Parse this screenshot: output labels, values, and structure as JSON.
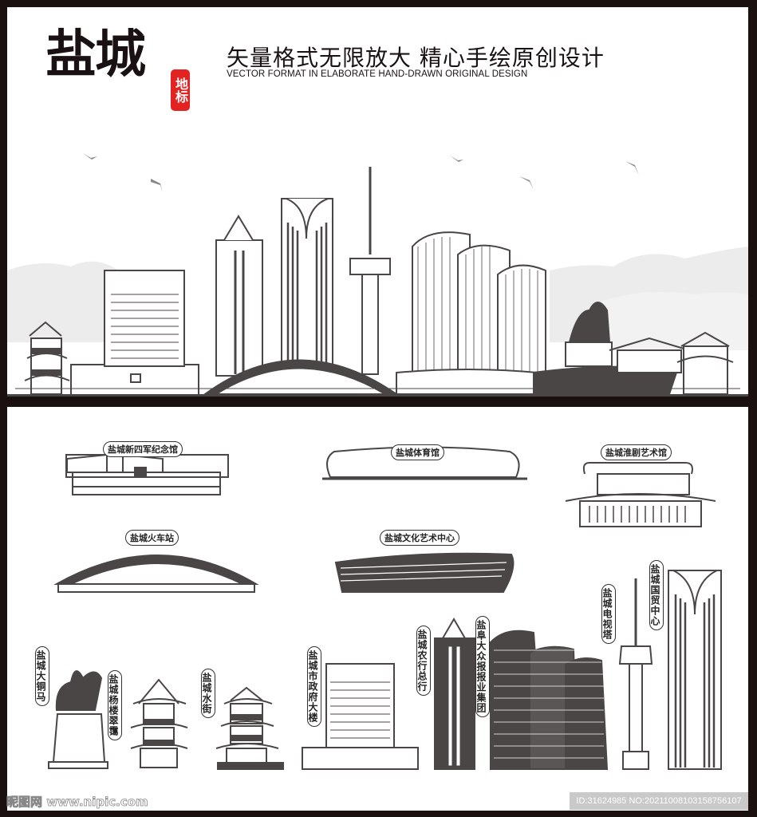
{
  "header": {
    "title": "盐城",
    "seal": "地标",
    "slogan": "矢量格式无限放大  精心手绘原创设计",
    "slogan_en": "VECTOR FORMAT IN ELABORATE HAND-DRAWN ORIGINAL DESIGN"
  },
  "colors": {
    "frame": "#1a1010",
    "ink": "#4a4646",
    "seal_red": "#e32222",
    "background": "#ffffff",
    "mist": "#e6e6e6"
  },
  "landmarks": [
    {
      "id": "new-fourth-army-memorial",
      "label": "盐城新四军纪念馆"
    },
    {
      "id": "stadium",
      "label": "盐城体育馆"
    },
    {
      "id": "huai-opera-art-museum",
      "label": "盐城淮剧艺术馆"
    },
    {
      "id": "railway-station",
      "label": "盐城火车站"
    },
    {
      "id": "culture-art-center",
      "label": "盐城文化艺术中心"
    },
    {
      "id": "bronze-horse",
      "label": "盐城大铜马"
    },
    {
      "id": "yang-tower",
      "label": "盐城杨楼翠霭"
    },
    {
      "id": "water-street",
      "label": "盐城水街"
    },
    {
      "id": "city-government-building",
      "label": "盐城市政府大楼"
    },
    {
      "id": "agricultural-bank-hq",
      "label": "盐城农行总行"
    },
    {
      "id": "dazhong-newspaper-group",
      "label": "盐阜大众报报业集团"
    },
    {
      "id": "tv-tower",
      "label": "盐城电视塔"
    },
    {
      "id": "international-trade-center",
      "label": "盐城国贸中心"
    }
  ],
  "footer": {
    "watermark": "昵图网 www.nipic.com",
    "image_id": "ID:31624985 NO:20211008103158756107"
  }
}
